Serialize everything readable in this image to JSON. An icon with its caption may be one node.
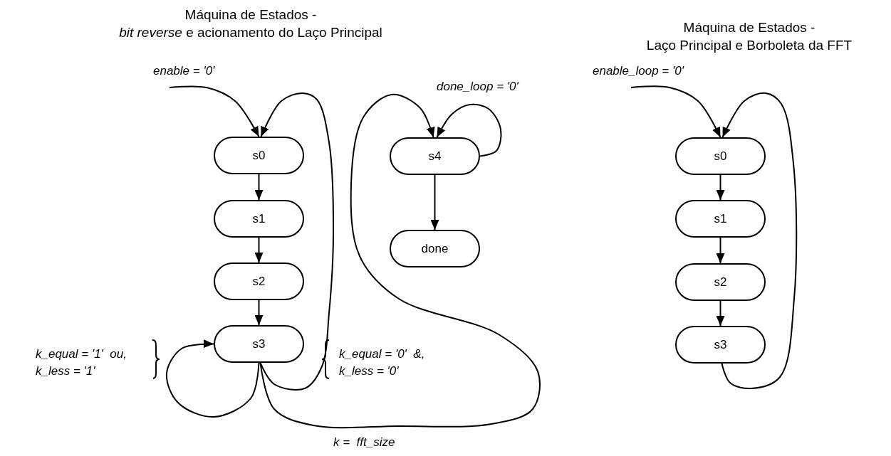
{
  "diagram": {
    "nodes": [
      {
        "text": [
          "s0"
        ]
      },
      {
        "text": [
          "s1"
        ]
      },
      {
        "text": [
          "s2"
        ]
      },
      {
        "text": [
          "s3"
        ]
      },
      {
        "text": [
          "s4"
        ]
      },
      {
        "text": [
          "done"
        ]
      },
      {
        "text": [
          "s0"
        ]
      },
      {
        "text": [
          "s1"
        ]
      },
      {
        "text": [
          "s2"
        ]
      },
      {
        "text": [
          "s3"
        ]
      }
    ],
    "edges": [
      {
        "from": null,
        "to": 0,
        "arrow": "to",
        "label": "enable = '0'"
      },
      {
        "from": 0,
        "to": 1,
        "arrow": "to"
      },
      {
        "from": 1,
        "to": 2,
        "arrow": "to"
      },
      {
        "from": 2,
        "to": 3,
        "arrow": "to"
      },
      {
        "from": 3,
        "to": 3,
        "arrow": "to",
        "label": "k_equal = '1'  ou, k_less = '1'"
      },
      {
        "from": 3,
        "to": 0,
        "arrow": "to",
        "label": "k_equal = '0'  &, k_less = '0'"
      },
      {
        "from": 3,
        "to": 4,
        "arrow": "to",
        "label": "k =  fft_size"
      },
      {
        "from": 4,
        "to": 4,
        "arrow": "to",
        "label": "done_loop = '0'"
      },
      {
        "from": 4,
        "to": 5,
        "arrow": "to"
      },
      {
        "from": null,
        "to": 6,
        "arrow": "to",
        "label": "enable_loop = '0'"
      },
      {
        "from": 6,
        "to": 7,
        "arrow": "to"
      },
      {
        "from": 7,
        "to": 8,
        "arrow": "to"
      },
      {
        "from": 8,
        "to": 9,
        "arrow": "to"
      },
      {
        "from": 9,
        "to": 6,
        "arrow": "to"
      }
    ],
    "labels": [
      "Máquina de Estados -",
      "*bit reverse* e acionamento do Laço Principal",
      "Máquina de Estados -",
      "Laço Principal e Borboleta da FFT"
    ]
  }
}
